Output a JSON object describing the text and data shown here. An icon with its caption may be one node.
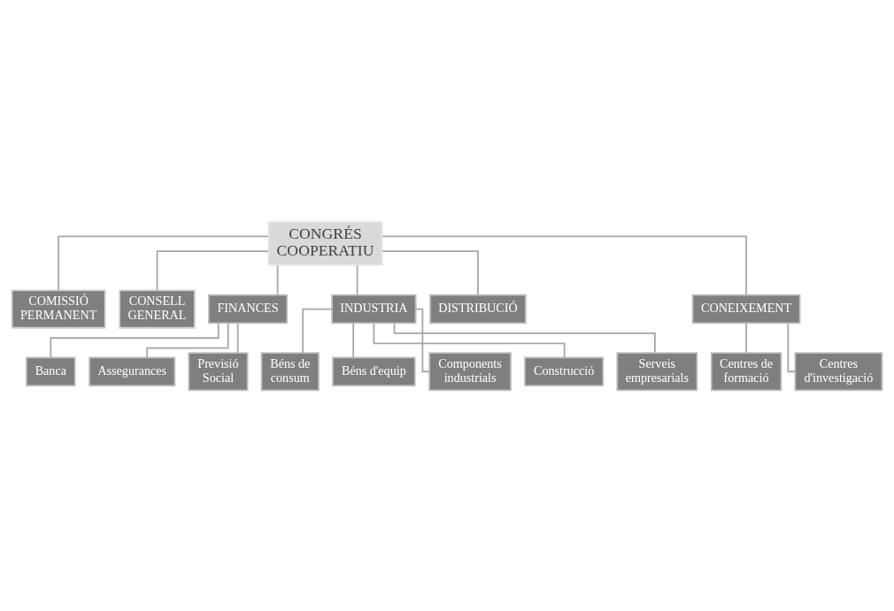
{
  "diagram": {
    "nodes": [
      {
        "text": [
          "CONGRÉS COOPERATIU"
        ]
      },
      {
        "text": [
          "COMISSIÓ PERMANENT"
        ]
      },
      {
        "text": [
          "CONSELL GENERAL"
        ]
      },
      {
        "text": [
          "FINANCES"
        ]
      },
      {
        "text": [
          "INDUSTRIA"
        ]
      },
      {
        "text": [
          "DISTRIBUCIÓ"
        ]
      },
      {
        "text": [
          "CONEIXEMENT"
        ]
      },
      {
        "text": [
          "Banca"
        ]
      },
      {
        "text": [
          "Assegurances"
        ]
      },
      {
        "text": [
          "Previsió Social"
        ]
      },
      {
        "text": [
          "Béns de consum"
        ]
      },
      {
        "text": [
          "Béns d'equip"
        ]
      },
      {
        "text": [
          "Components industrials"
        ]
      },
      {
        "text": [
          "Construcció"
        ]
      },
      {
        "text": [
          "Serveis empresarials"
        ]
      },
      {
        "text": [
          "Centres de formació"
        ]
      },
      {
        "text": [
          "Centres d'investigació"
        ]
      }
    ],
    "edges": [
      {
        "from": 0,
        "to": 1,
        "arrow": "none"
      },
      {
        "from": 0,
        "to": 2,
        "arrow": "none"
      },
      {
        "from": 0,
        "to": 3,
        "arrow": "none"
      },
      {
        "from": 0,
        "to": 4,
        "arrow": "none"
      },
      {
        "from": 0,
        "to": 5,
        "arrow": "none"
      },
      {
        "from": 0,
        "to": 6,
        "arrow": "none"
      },
      {
        "from": 3,
        "to": 7,
        "arrow": "none"
      },
      {
        "from": 3,
        "to": 8,
        "arrow": "none"
      },
      {
        "from": 3,
        "to": 9,
        "arrow": "none"
      },
      {
        "from": 4,
        "to": 10,
        "arrow": "none"
      },
      {
        "from": 4,
        "to": 11,
        "arrow": "none"
      },
      {
        "from": 4,
        "to": 12,
        "arrow": "none"
      },
      {
        "from": 4,
        "to": 13,
        "arrow": "none"
      },
      {
        "from": 4,
        "to": 14,
        "arrow": "none"
      },
      {
        "from": 6,
        "to": 15,
        "arrow": "none"
      },
      {
        "from": 6,
        "to": 16,
        "arrow": "none"
      }
    ]
  }
}
